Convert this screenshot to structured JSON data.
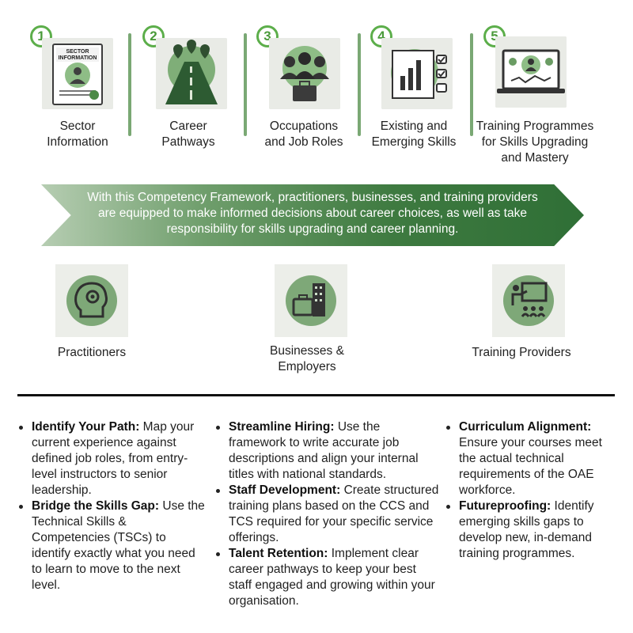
{
  "steps": [
    {
      "number": "1",
      "label": "Sector Information",
      "icon": "sector-information-document-icon",
      "badge": "SECTOR INFORMATION"
    },
    {
      "number": "2",
      "label": "Career Pathways",
      "icon": "career-pathway-road-icon"
    },
    {
      "number": "3",
      "label": "Occupations and Job Roles",
      "icon": "occupations-people-icon"
    },
    {
      "number": "4",
      "label": "Existing and Emerging Skills",
      "icon": "skills-checklist-chart-icon"
    },
    {
      "number": "5",
      "label": "Training Programmes for Skills Upgrading and Mastery",
      "icon": "training-laptop-icon"
    }
  ],
  "banner": {
    "text": "With this Competency Framework, practitioners, businesses, and training providers are equipped to make informed decisions about career choices, as well as take responsibility for skills upgrading and career planning."
  },
  "audiences": [
    {
      "label": "Practitioners",
      "icon": "head-gear-icon"
    },
    {
      "label": "Businesses & Employers",
      "icon": "briefcase-building-icon"
    },
    {
      "label": "Training Providers",
      "icon": "presenter-board-icon"
    }
  ],
  "columns": [
    {
      "items": [
        {
          "title": "Identify Your Path:",
          "text": "Map your current experience against defined job roles, from entry-level instructors to senior leadership."
        },
        {
          "title": "Bridge the Skills Gap:",
          "text": "Use the Technical Skills & Competencies (TSCs) to identify exactly what you need to learn to move to the next level."
        }
      ]
    },
    {
      "items": [
        {
          "title": "Streamline Hiring:",
          "text": "Use the framework to write accurate job descriptions and align your internal titles with national standards."
        },
        {
          "title": "Staff Development:",
          "text": "Create structured training plans based on the CCS and TCS required for your specific service offerings."
        },
        {
          "title": "Talent Retention:",
          "text": "Implement clear career pathways to keep your best staff engaged and growing within your organisation."
        }
      ]
    },
    {
      "items": [
        {
          "title": "Curriculum Alignment:",
          "text": "Ensure your courses meet the actual technical requirements of the OAE workforce."
        },
        {
          "title": "Futureproofing:",
          "text": "Identify emerging skills gaps to develop new, in-demand training programmes."
        }
      ]
    }
  ],
  "colors": {
    "accent": "#5cae4a",
    "banner_dark": "#2f6f36",
    "separator": "#7aa874"
  }
}
